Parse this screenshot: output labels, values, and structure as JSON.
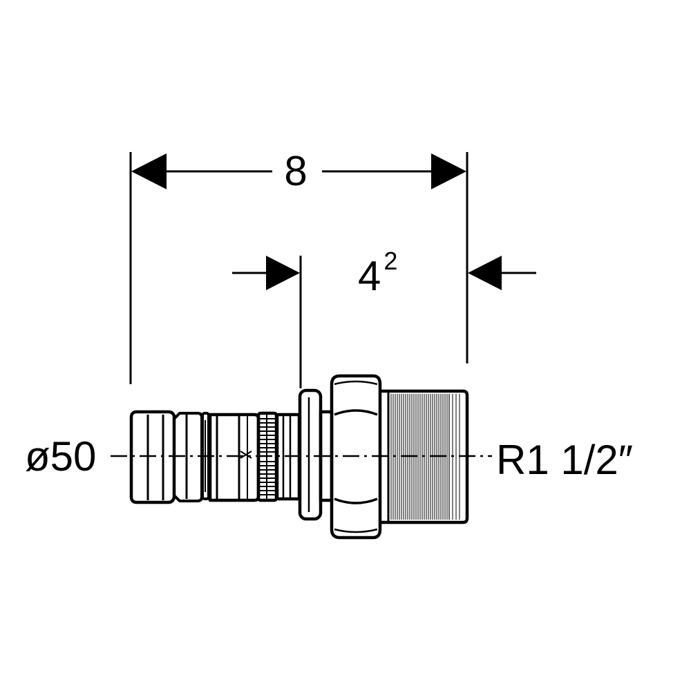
{
  "dimensions": {
    "overall_length": "8",
    "insertion_base": "4",
    "insertion_sup": "2"
  },
  "labels": {
    "pipe_diameter": "ø50",
    "thread_size": "R1 1/2″"
  },
  "colors": {
    "ink": "#000000",
    "background": "#ffffff"
  }
}
